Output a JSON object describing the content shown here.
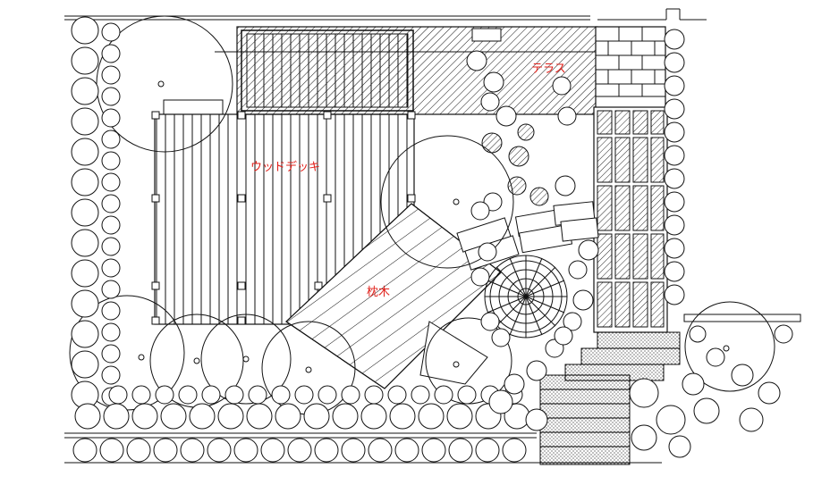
{
  "labels": {
    "wood_deck": "ウッドデッキ",
    "terrace": "テラス",
    "sleeper": "枕木"
  },
  "colors": {
    "line": "#111111",
    "label": "#e0201a"
  }
}
